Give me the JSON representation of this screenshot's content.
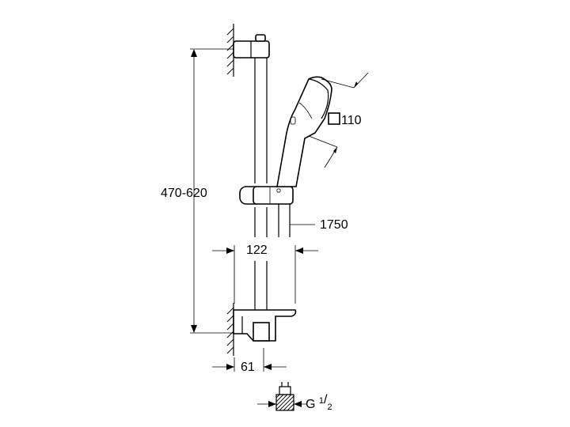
{
  "dimensions": {
    "height_range": "470-620",
    "hose_length": "1750",
    "handshower_size": "110",
    "shelf_depth": "122",
    "wall_offset": "61",
    "thread_prefix": "G ",
    "thread_numerator": "1",
    "thread_denominator": "2"
  },
  "colors": {
    "line": "#000000",
    "background": "#ffffff"
  }
}
